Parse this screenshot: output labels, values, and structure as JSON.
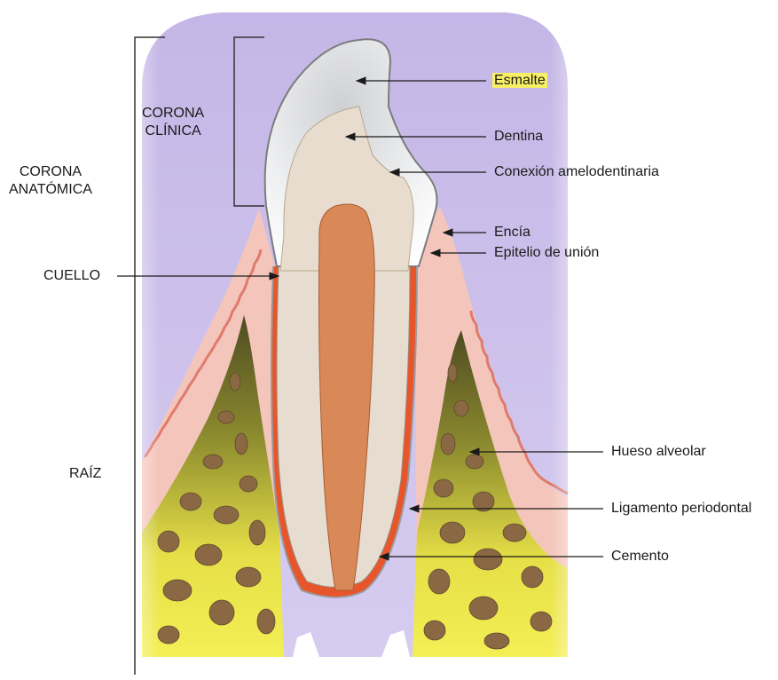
{
  "left_labels": {
    "corona_clinica": [
      "CORONA",
      "CLÍNICA"
    ],
    "corona_anatomica": [
      "CORONA",
      "ANATÓMICA"
    ],
    "cuello": "CUELLO",
    "raiz": "RAÍZ"
  },
  "right_labels": {
    "esmalte": "Esmalte",
    "dentina": "Dentina",
    "conexion": "Conexión amelodentinaria",
    "encia": "Encía",
    "epitelio": "Epitelio de unión",
    "hueso": "Hueso alveolar",
    "ligamento": "Ligamento periodontal",
    "cemento": "Cemento"
  },
  "colors": {
    "background_top": "#c9bde8",
    "gum": "#f4c2b8",
    "enamel": "#e3e4e6",
    "dentin": "#e8ddd0",
    "pulp": "#d9895a",
    "cementum": "#e8552a",
    "bone_yellow": "#f2ec4a",
    "bone_olive": "#6b6a2c",
    "bone_brown": "#8a6a44",
    "highlight": "#f7ef64"
  }
}
